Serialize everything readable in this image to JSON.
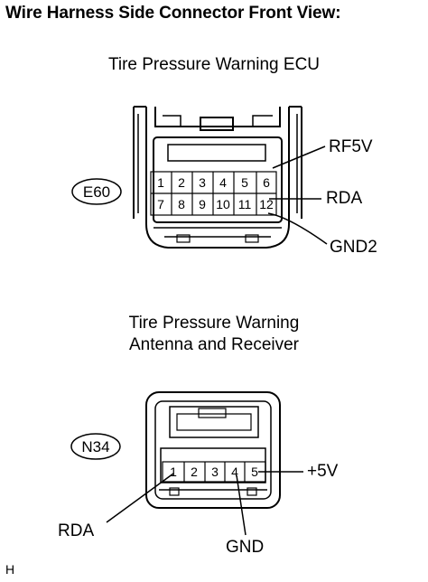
{
  "title": "Wire Harness Side Connector Front View:",
  "connector_1": {
    "name": "Tire Pressure Warning ECU",
    "id": "E60",
    "pins_top": [
      "1",
      "2",
      "3",
      "4",
      "5",
      "6"
    ],
    "pins_bottom": [
      "7",
      "8",
      "9",
      "10",
      "11",
      "12"
    ],
    "callouts": [
      "RF5V",
      "RDA",
      "GND2"
    ]
  },
  "connector_2": {
    "name_line1": "Tire Pressure Warning",
    "name_line2": "Antenna and Receiver",
    "id": "N34",
    "pins": [
      "1",
      "2",
      "3",
      "4",
      "5"
    ],
    "callouts": [
      "+5V",
      "RDA",
      "GND"
    ]
  },
  "corner_mark": "H"
}
